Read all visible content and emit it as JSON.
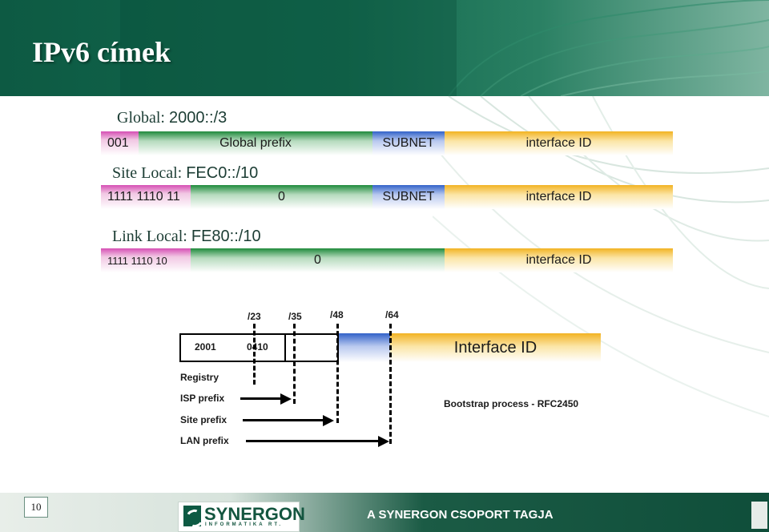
{
  "slide": {
    "title": "IPv6 címek",
    "page_number": "10"
  },
  "global": {
    "heading_label": "Global: ",
    "heading_value": "2000::/3",
    "bar": {
      "prefix_bits": "001",
      "prefix": "Global prefix",
      "subnet": "SUBNET",
      "interface": "interface ID"
    }
  },
  "site_local": {
    "heading_label": "Site Local: ",
    "heading_value": "FEC0::/10",
    "bar": {
      "prefix_bits": "1111 1110 11",
      "zero": "0",
      "subnet": "SUBNET",
      "interface": "interface ID"
    }
  },
  "link_local": {
    "heading_label": "Link Local: ",
    "heading_value": "FE80::/10",
    "bar": {
      "prefix_bits": "1111 1110 10",
      "zero": "0",
      "interface": "interface ID"
    }
  },
  "diagram": {
    "markers": [
      "/23",
      "/35",
      "/48",
      "/64"
    ],
    "box_2001": "2001",
    "box_0410": "0410",
    "interface_id": "Interface ID",
    "labels": {
      "registry": "Registry",
      "isp": "ISP prefix",
      "site": "Site prefix",
      "lan": "LAN prefix"
    },
    "bootstrap": "Bootstrap process - RFC2450"
  },
  "footer": {
    "logo_name": "SYNERGON",
    "logo_sub": "INFORMATIKA RT.",
    "tagline": "A SYNERGON CSOPORT TAGJA"
  },
  "colors": {
    "header_green": "#0d5a43",
    "pink": "#d64fb4",
    "green": "#1f8a3c",
    "blue": "#3262c9",
    "yellow": "#f2b323"
  }
}
